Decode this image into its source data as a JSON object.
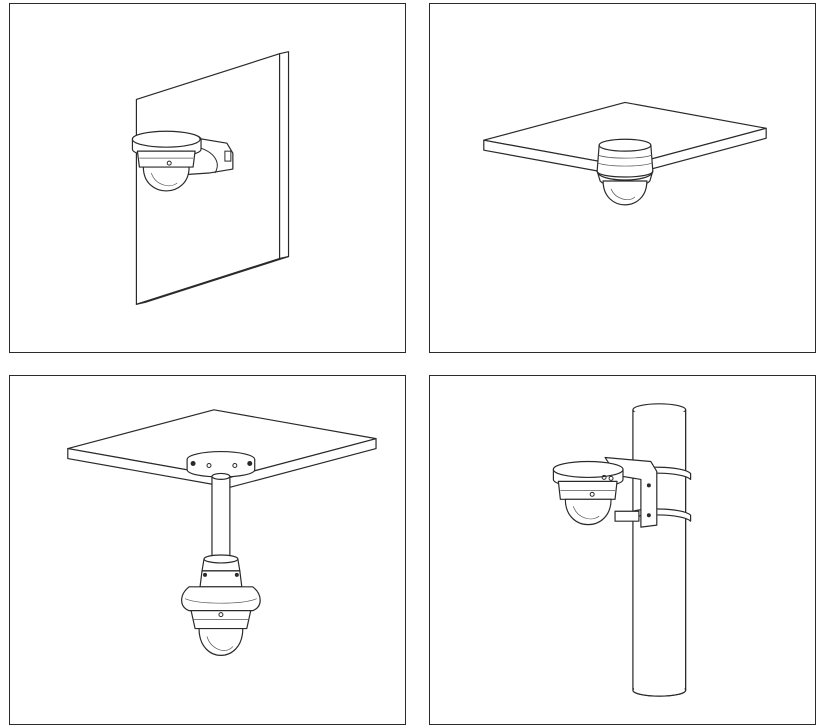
{
  "panels": [
    {
      "scene": "wall-mount"
    },
    {
      "scene": "ceiling-mount"
    },
    {
      "scene": "pendant-mount"
    },
    {
      "scene": "pole-mount"
    }
  ],
  "colors": {
    "line": "#2a2a2a",
    "background": "#ffffff",
    "frame": "#2b2b2b"
  }
}
